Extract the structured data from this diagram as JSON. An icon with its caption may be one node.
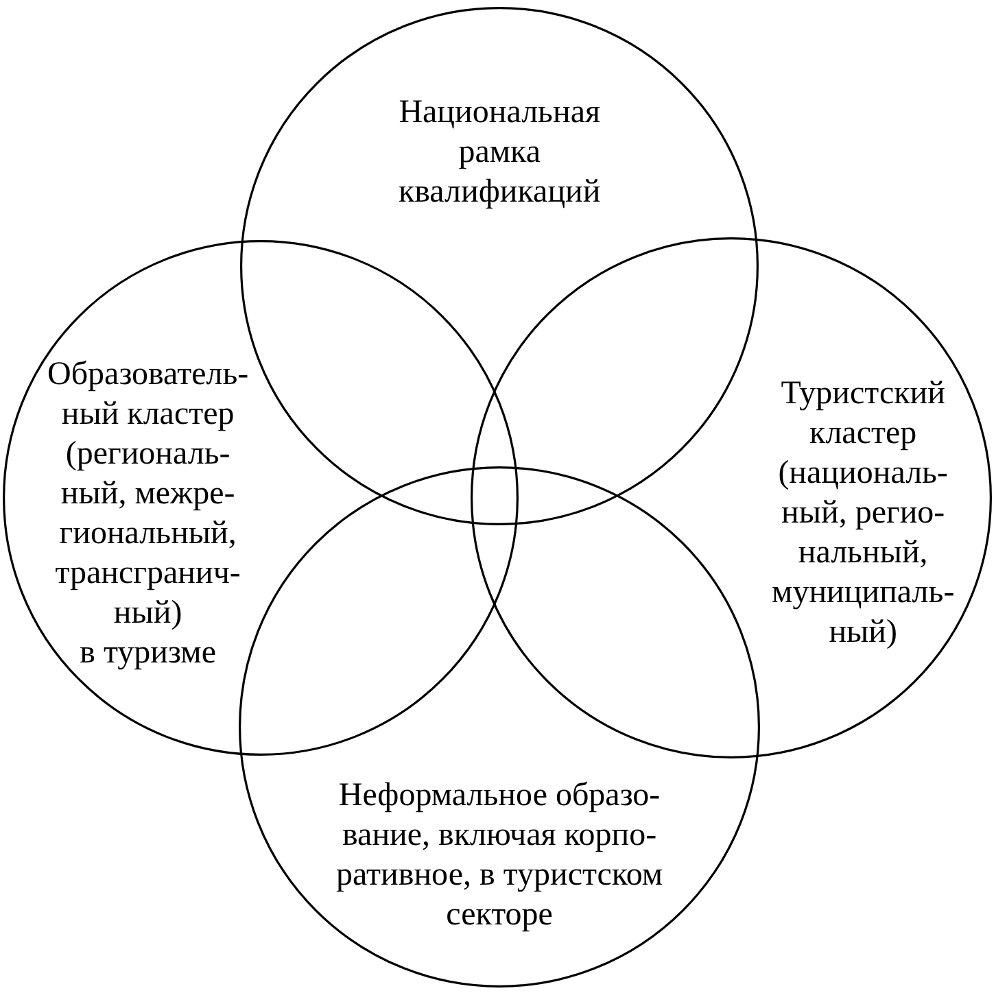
{
  "diagram": {
    "nodes": [
      {
        "text": [
          "Национальная рамка квалификаций"
        ]
      },
      {
        "text": [
          "Образователь- ный кластер (региональ- ный, межре- гиональный, трансгранич- ный) в туризме"
        ]
      },
      {
        "text": [
          "Туристский кластер (националь- ный, регио- нальный, муниципаль- ный)"
        ]
      },
      {
        "text": [
          "Неформальное образо- вание, включая корпо- ративное, в туристском секторе"
        ]
      }
    ]
  }
}
